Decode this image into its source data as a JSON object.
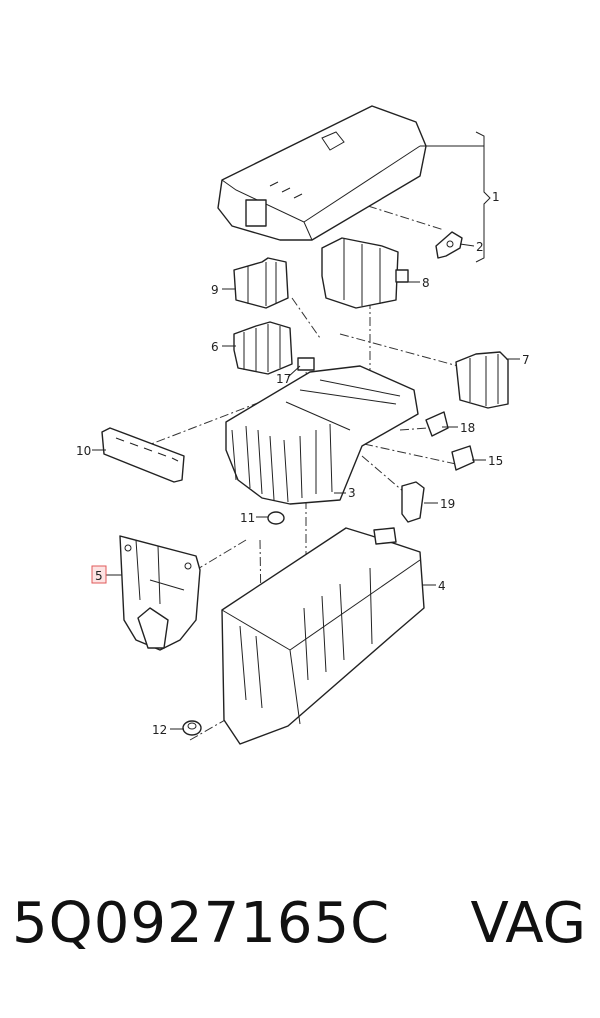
{
  "diagram": {
    "callouts": [
      "1",
      "2",
      "3",
      "4",
      "5",
      "6",
      "7",
      "8",
      "9",
      "10",
      "11",
      "12",
      "15",
      "17",
      "18",
      "19"
    ],
    "highlighted_callout": "5"
  },
  "footer": {
    "part_number": "5Q0927165C",
    "brand": "VAG"
  }
}
